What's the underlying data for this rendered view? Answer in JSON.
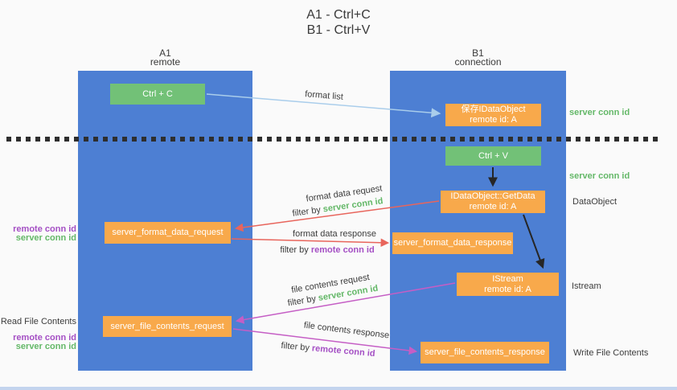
{
  "title": {
    "line1": "A1 - Ctrl+C",
    "line2": "B1 - Ctrl+V"
  },
  "columns": {
    "a": {
      "name": "A1",
      "subtitle": "remote"
    },
    "b": {
      "name": "B1",
      "subtitle": "connection"
    }
  },
  "nodes": {
    "ctrl_c": {
      "label": "Ctrl + C"
    },
    "ctrl_v": {
      "label": "Ctrl + V"
    },
    "save_dataobject": {
      "line1": "保存IDataObject",
      "line2": "remote id: A"
    },
    "getdata": {
      "line1": "IDataObject::GetData",
      "line2": "remote id: A"
    },
    "istream": {
      "line1": "IStream",
      "line2": "remote id: A"
    },
    "format_request": {
      "label": "server_format_data_request"
    },
    "format_response": {
      "label": "server_format_data_response"
    },
    "file_request": {
      "label": "server_file_contents_request"
    },
    "file_response": {
      "label": "server_file_contents_response"
    }
  },
  "arrow_labels": {
    "format_list": "format list",
    "format_data_request": "format data request",
    "format_data_response": "format data response",
    "file_contents_request": "file contents request",
    "file_contents_response": "file contents response",
    "filter_by": "filter by",
    "server_conn_id": "server conn id",
    "remote_conn_id": "remote conn id"
  },
  "side_labels": {
    "server_conn_id_top": "server conn id",
    "server_conn_id_mid": "server conn id",
    "dataobject": "DataObject",
    "istream": "Istream",
    "write_file_contents": "Write File Contents",
    "read_file_contents": "Read File Contents",
    "left_remote_conn_id_1": "remote conn id",
    "left_server_conn_id_1": "server conn id",
    "left_remote_conn_id_2": "remote conn id",
    "left_server_conn_id_2": "server conn id"
  },
  "colors": {
    "column_blue": "#4d7fd3",
    "node_green": "#72c177",
    "node_orange": "#f8a94b",
    "arrow_light_blue": "#a9cdeb",
    "arrow_red": "#e8655c",
    "arrow_magenta": "#c55ec5",
    "arrow_black": "#262626",
    "id_green": "#64b868",
    "id_purple": "#a44fc4",
    "background": "#fafafa"
  }
}
